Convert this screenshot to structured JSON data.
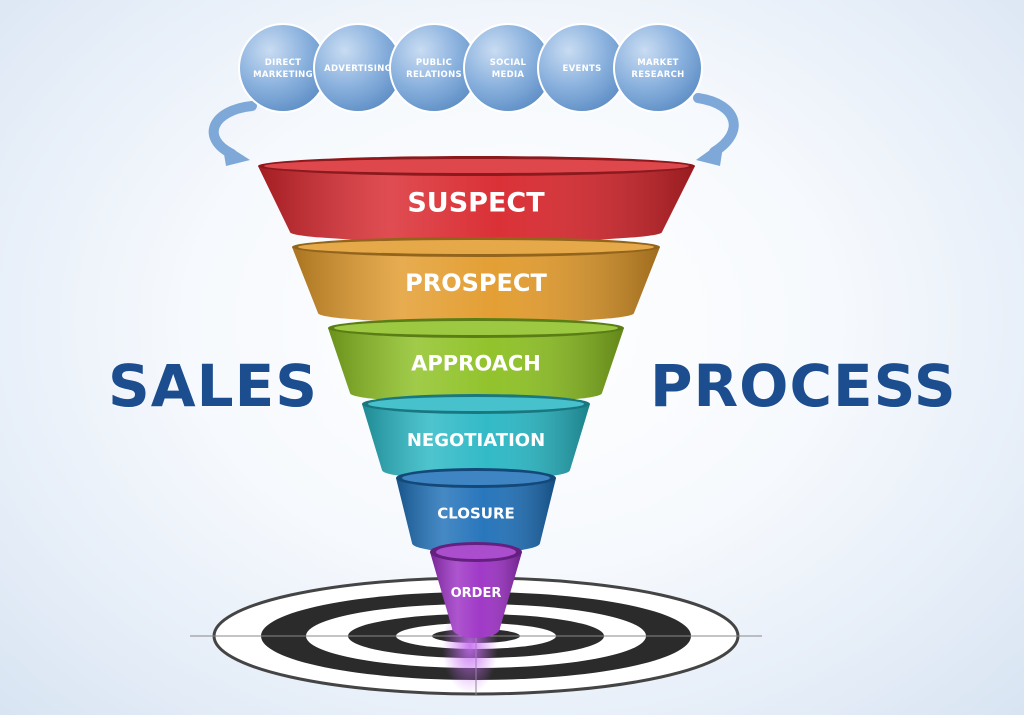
{
  "channels": [
    {
      "line1": "DIRECT",
      "line2": "MARKETING"
    },
    {
      "line1": "ADVERTISING",
      "line2": ""
    },
    {
      "line1": "PUBLIC",
      "line2": "RELATIONS"
    },
    {
      "line1": "SOCIAL",
      "line2": "MEDIA"
    },
    {
      "line1": "EVENTS",
      "line2": ""
    },
    {
      "line1": "MARKET",
      "line2": "RESEARCH"
    }
  ],
  "funnel": [
    {
      "label": "SUSPECT",
      "color": "#d8262c"
    },
    {
      "label": "PROSPECT",
      "color": "#e29a2a"
    },
    {
      "label": "APPROACH",
      "color": "#8cc021"
    },
    {
      "label": "NEGOTIATION",
      "color": "#27b7c4"
    },
    {
      "label": "CLOSURE",
      "color": "#1d6fb8"
    },
    {
      "label": "ORDER",
      "color": "#9b2fc4"
    }
  ],
  "words": {
    "left": "SALES",
    "right": "PROCESS"
  },
  "colors": {
    "bubble": "#7ea8d8",
    "title": "#1c4e8f",
    "target_dark": "#2b2b2b"
  },
  "icons": {
    "arrows": "curved-arrow-icon",
    "target": "target-icon"
  }
}
